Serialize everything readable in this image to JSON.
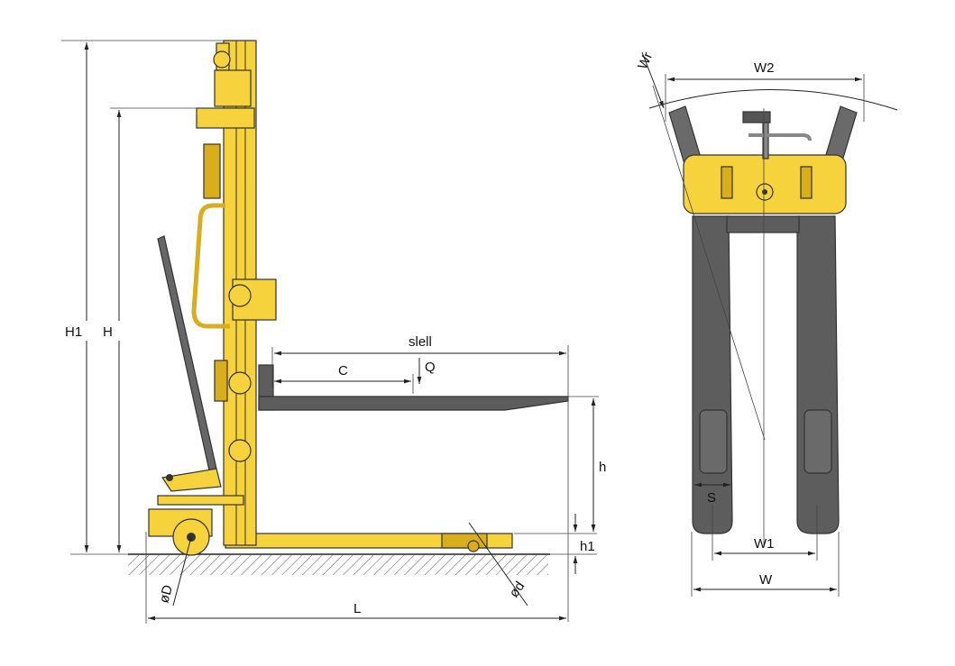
{
  "colors": {
    "mast_yellow": "#f6d23c",
    "mast_dark_yellow": "#d9ae1c",
    "fork_grey": "#5d5d5d",
    "handle_grey": "#666666",
    "ground_hatch": "#555555",
    "outline": "#333333"
  },
  "labels": {
    "H1": "H1",
    "H": "H",
    "h": "h",
    "h1": "h1",
    "L": "L",
    "C": "C",
    "Q": "Q",
    "slell": "slell",
    "phiD": "øD",
    "phid": "ød",
    "W2": "W2",
    "Wr": "Wr",
    "W1": "W1",
    "W": "W",
    "S": "S"
  }
}
